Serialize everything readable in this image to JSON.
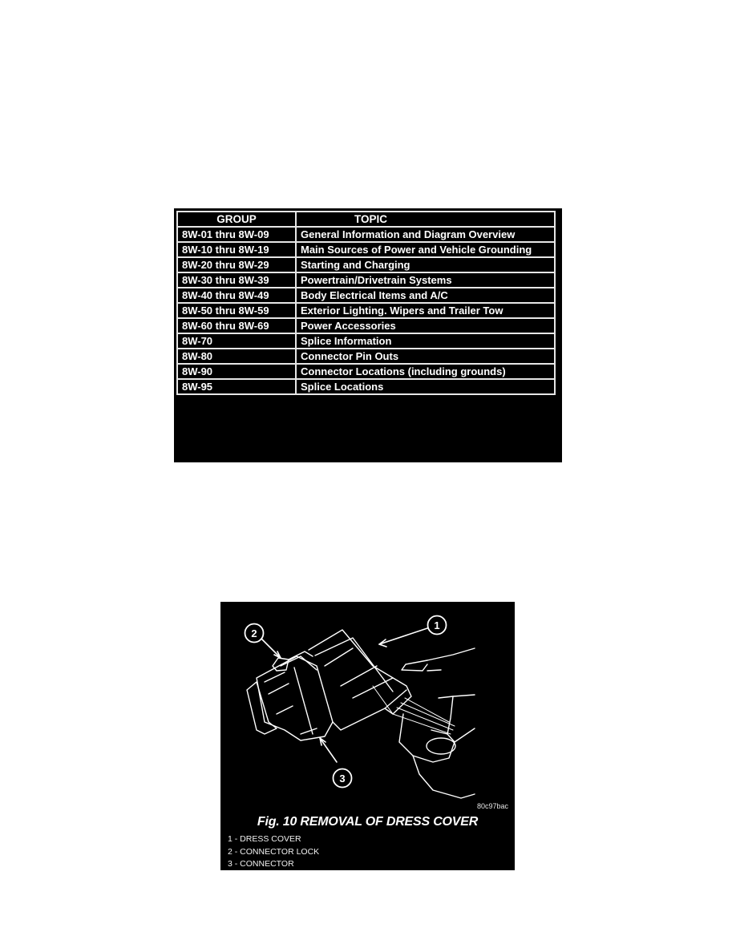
{
  "group_table": {
    "headers": {
      "group": "GROUP",
      "topic": "TOPIC"
    },
    "rows": [
      {
        "group": "8W-01 thru 8W-09",
        "topic": "General Information and Diagram Overview"
      },
      {
        "group": "8W-10 thru 8W-19",
        "topic": "Main Sources of Power and Vehicle Grounding"
      },
      {
        "group": "8W-20 thru 8W-29",
        "topic": "Starting and Charging"
      },
      {
        "group": "8W-30 thru 8W-39",
        "topic": "Powertrain/Drivetrain Systems"
      },
      {
        "group": "8W-40 thru 8W-49",
        "topic": "Body Electrical Items and A/C"
      },
      {
        "group": "8W-50 thru 8W-59",
        "topic": "Exterior Lighting. Wipers  and Trailer Tow"
      },
      {
        "group": "8W-60 thru 8W-69",
        "topic": "Power Accessories"
      },
      {
        "group": "8W-70",
        "topic": "Splice Information"
      },
      {
        "group": "8W-80",
        "topic": "Connector Pin Outs"
      },
      {
        "group": "8W-90",
        "topic": "Connector Locations (including grounds)"
      },
      {
        "group": "8W-95",
        "topic": "Splice Locations"
      }
    ]
  },
  "figure": {
    "callouts": [
      "1",
      "2",
      "3"
    ],
    "image_code": "80c97bac",
    "title": "Fig. 10 REMOVAL OF DRESS COVER",
    "legend": [
      "1 - DRESS COVER",
      "2 - CONNECTOR LOCK",
      "3 - CONNECTOR"
    ]
  }
}
